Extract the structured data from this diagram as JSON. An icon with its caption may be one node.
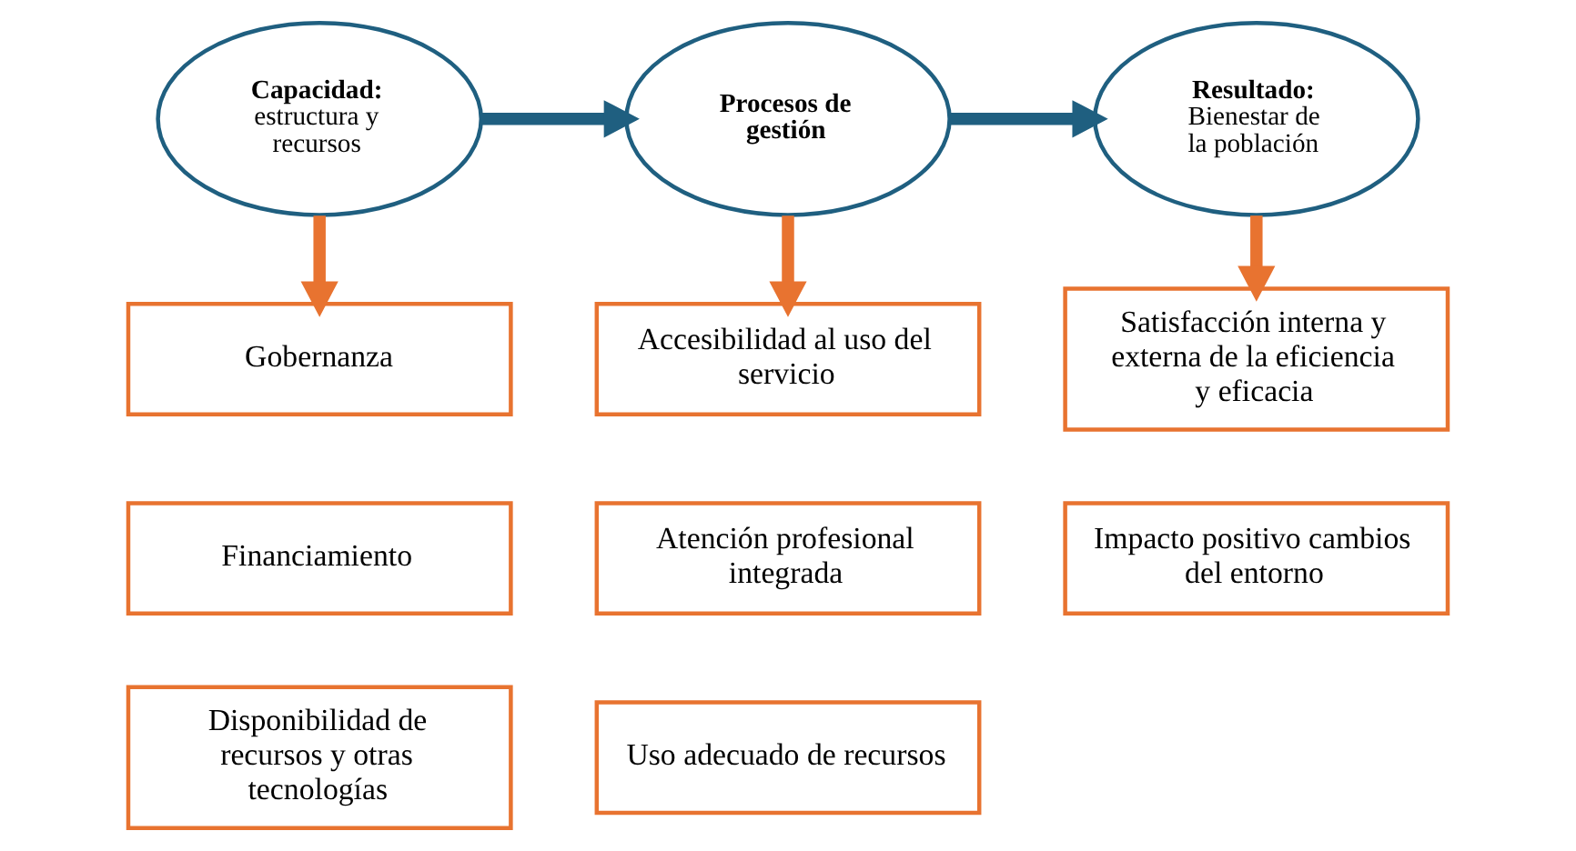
{
  "diagram": {
    "nodes": [
      {
        "text": [
          "Capacidad:",
          "estructura y recursos"
        ]
      },
      {
        "text": [
          "Procesos de gestión"
        ]
      },
      {
        "text": [
          "Resultado:",
          "Bienestar de la población"
        ]
      },
      {
        "text": [
          "Gobernanza"
        ]
      },
      {
        "text": [
          "Financiamiento"
        ]
      },
      {
        "text": [
          "Disponibilidad de recursos y otras tecnologías"
        ]
      },
      {
        "text": [
          "Accesibilidad al uso del servicio"
        ]
      },
      {
        "text": [
          "Atención profesional integrada"
        ]
      },
      {
        "text": [
          "Uso adecuado de recursos"
        ]
      },
      {
        "text": [
          "Satisfacción interna y externa de la eficiencia y eficacia"
        ]
      },
      {
        "text": [
          "Impacto positivo cambios del entorno"
        ]
      }
    ],
    "edges": [
      {
        "from": 0,
        "to": 1,
        "arrow": "to",
        "color": "#1f5f80"
      },
      {
        "from": 1,
        "to": 2,
        "arrow": "to",
        "color": "#1f5f80"
      },
      {
        "from": 0,
        "to": 3,
        "arrow": "to"
      },
      {
        "from": 1,
        "to": 6,
        "arrow": "to"
      },
      {
        "from": 2,
        "to": 9,
        "arrow": "to"
      }
    ]
  }
}
